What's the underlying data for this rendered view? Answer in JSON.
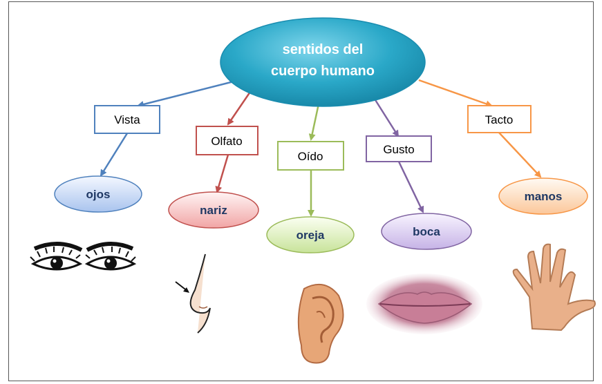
{
  "center": {
    "line1": "sentidos del",
    "line2": "cuerpo humano"
  },
  "senses": [
    {
      "label": "Vista",
      "organ": "ojos",
      "color": "#4f81bd"
    },
    {
      "label": "Olfato",
      "organ": "nariz",
      "color": "#c0504d"
    },
    {
      "label": "Oído",
      "organ": "oreja",
      "color": "#9bbb59"
    },
    {
      "label": "Gusto",
      "organ": "boca",
      "color": "#8064a2"
    },
    {
      "label": "Tacto",
      "organ": "manos",
      "color": "#f79646"
    }
  ],
  "colors": {
    "center_fill": "#2aa8c8",
    "organ_text": "#1f3864"
  }
}
